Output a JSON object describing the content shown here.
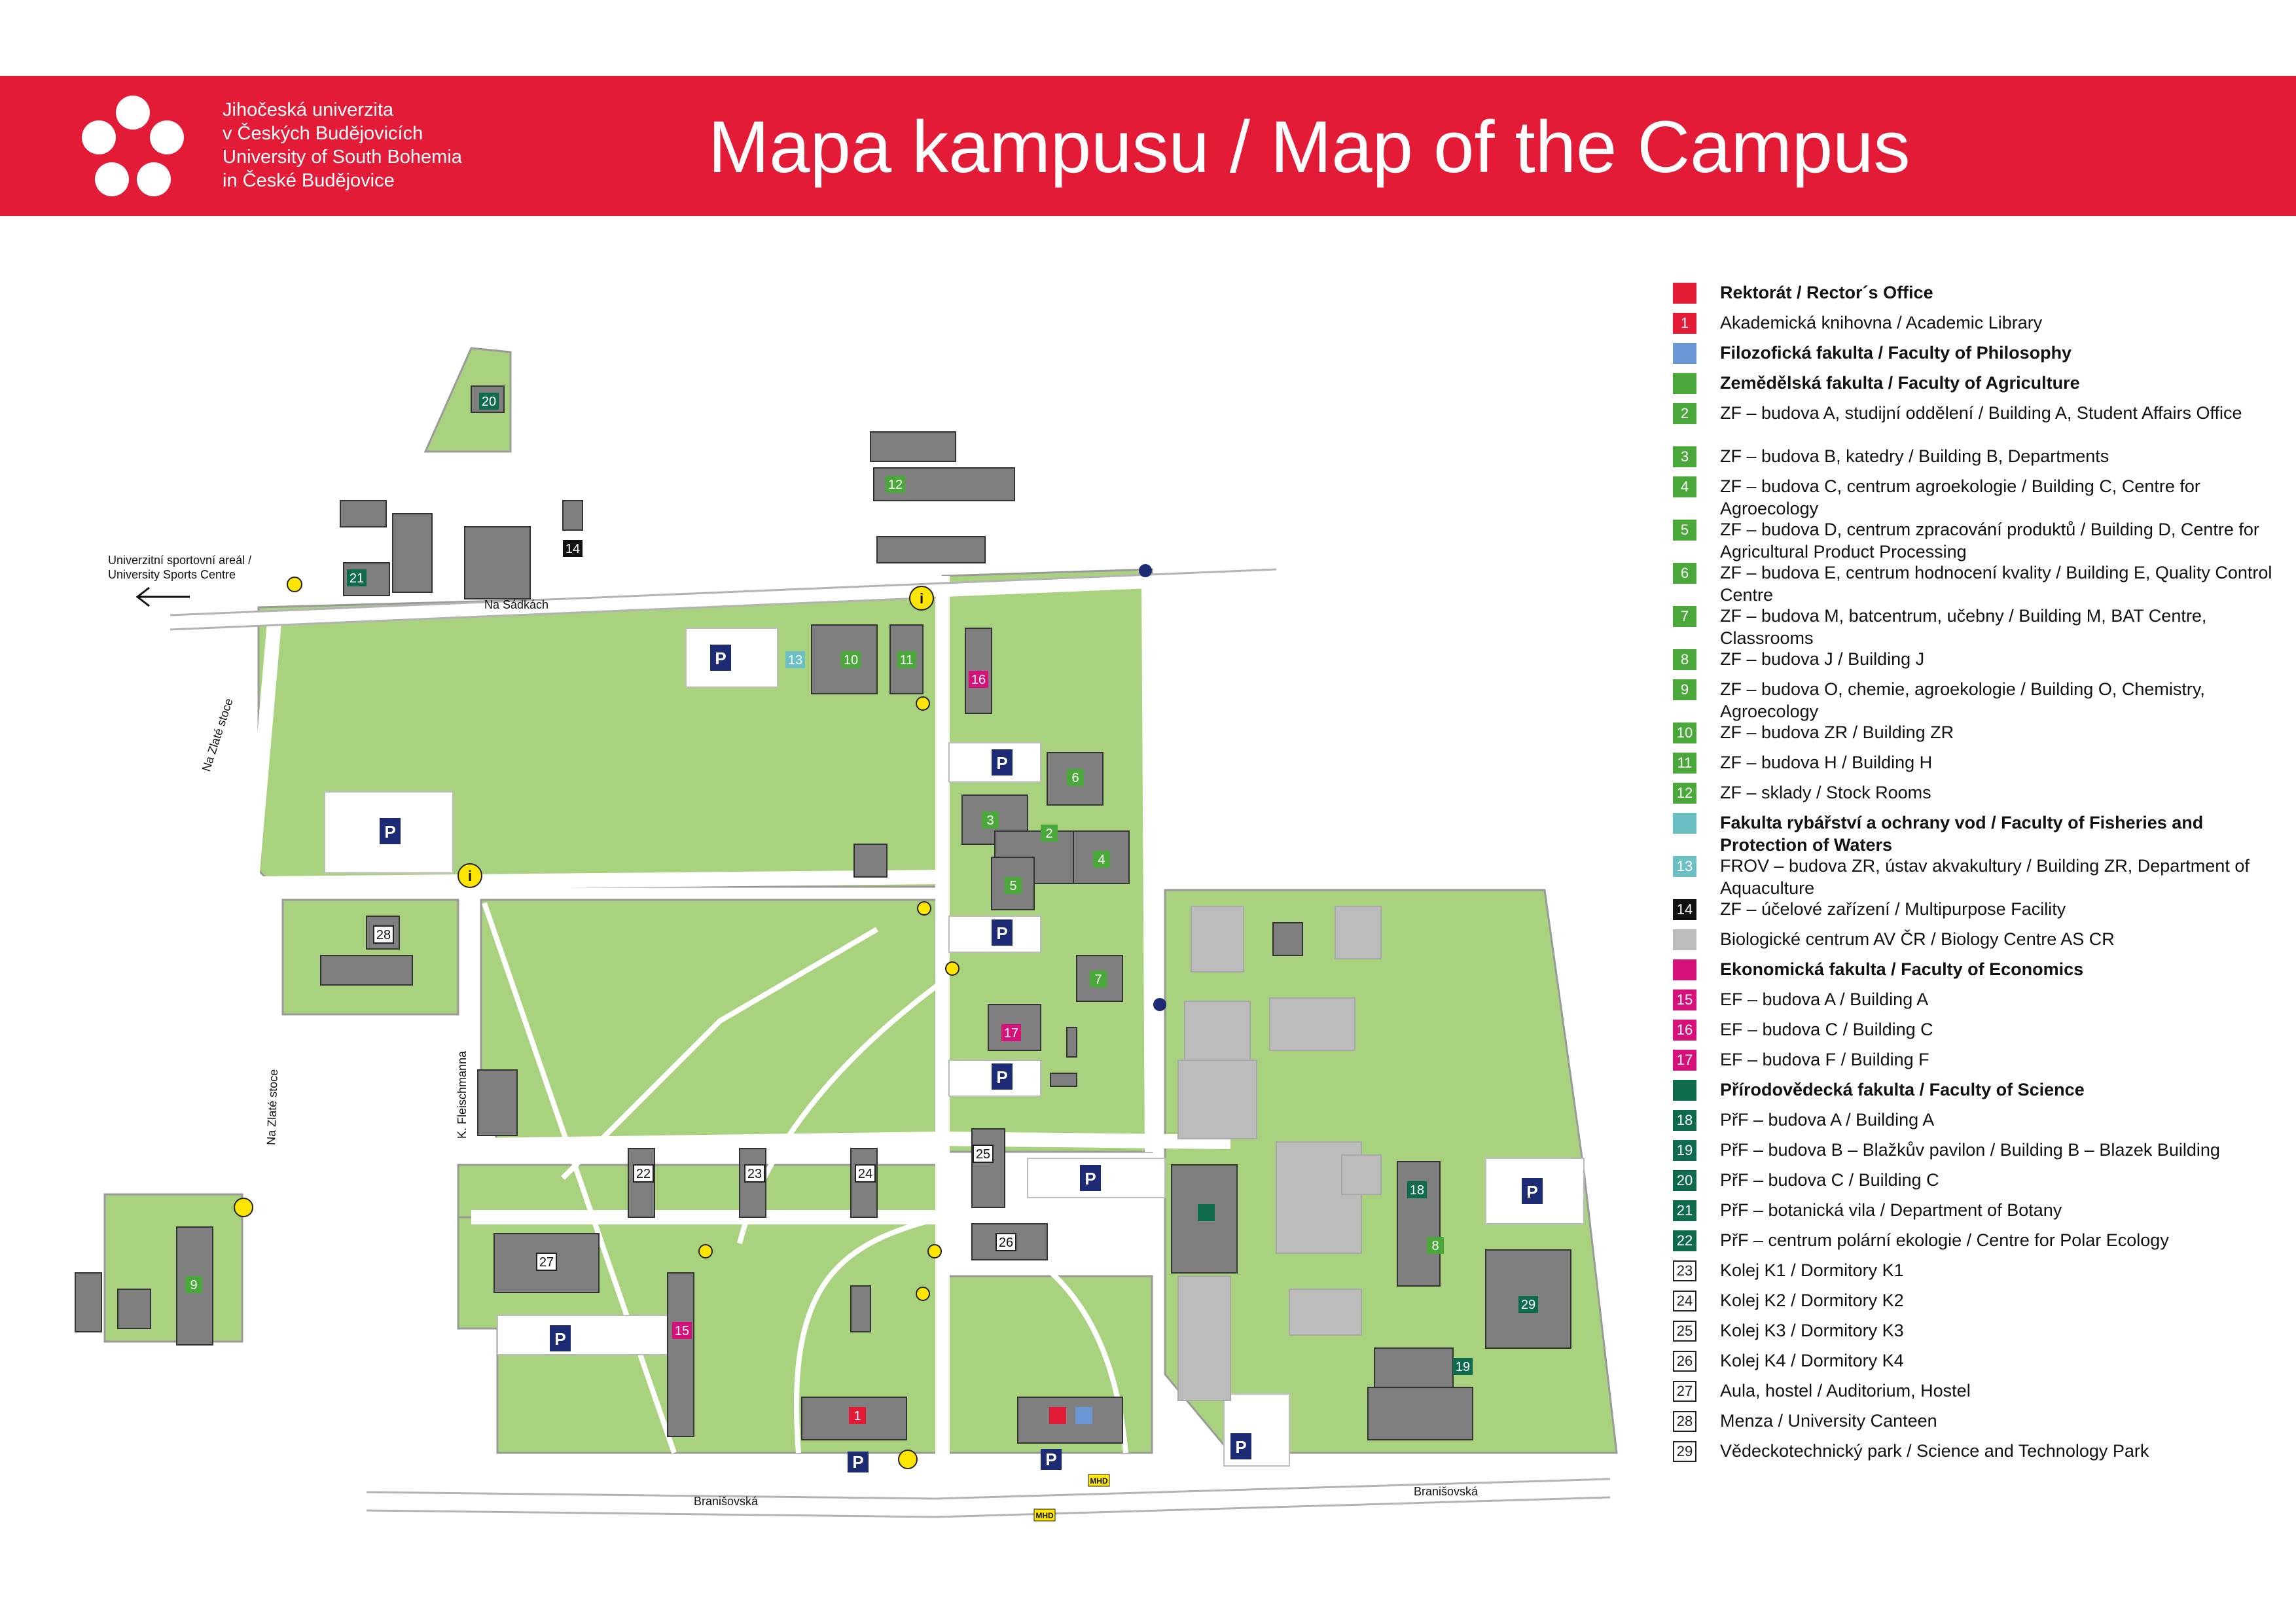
{
  "header": {
    "title": "Mapa kampusu / Map of the Campus",
    "university": [
      "Jihočeská univerzita",
      "v Českých Budějovicích",
      "University of South Bohemia",
      "in České Budějovice"
    ]
  },
  "colors": {
    "brand_red": "#e31b37",
    "grass": "#a9d27f",
    "building": "#7f7f7f",
    "road": "#ffffff",
    "parking": "#1d2a74",
    "info": "#ffe600"
  },
  "map": {
    "streets": {
      "na_sadkach": "Na Sádkách",
      "na_zlate_stoce_1": "Na Zlaté stoce",
      "na_zlate_stoce_2": "Na Zlaté stoce",
      "k_fleischmanna": "K. Fleischmanna",
      "branisovska_1": "Branišovská",
      "branisovska_2": "Branišovská"
    },
    "sports_centre": [
      "Univerzitní sportovní areál /",
      "University Sports Centre"
    ],
    "parking_label": "P",
    "info_label": "i",
    "bus_label": "MHD",
    "building_numbers": [
      "1",
      "3",
      "4",
      "5",
      "6",
      "7",
      "8",
      "9",
      "10",
      "11",
      "12",
      "13",
      "14",
      "15",
      "16",
      "17",
      "18",
      "19",
      "20",
      "21",
      "22",
      "23",
      "24",
      "25",
      "26",
      "27",
      "28",
      "29",
      "2"
    ]
  },
  "legend": [
    {
      "swatch": "",
      "color": "#e31b37",
      "text": "Rektorát / Rector´s Office",
      "bold": true
    },
    {
      "swatch": "1",
      "color": "#e31b37",
      "text": "Akademická knihovna / Academic Library",
      "bold": false
    },
    {
      "swatch": "",
      "color": "#6a98d4",
      "text": "Filozofická fakulta / Faculty of Philosophy",
      "bold": true
    },
    {
      "swatch": "",
      "color": "#4aa83a",
      "text": "Zemědělská fakulta / Faculty of Agriculture",
      "bold": true
    },
    {
      "swatch": "2",
      "color": "#4aa83a",
      "text": "ZF – budova A, studijní oddělení / Building A, Student Affairs Office",
      "bold": false
    },
    {
      "swatch": "3",
      "color": "#4aa83a",
      "text": "ZF – budova B, katedry / Building B, Departments",
      "bold": false
    },
    {
      "swatch": "4",
      "color": "#4aa83a",
      "text": "ZF – budova C, centrum agroekologie / Building C, Centre for Agroecology",
      "bold": false
    },
    {
      "swatch": "5",
      "color": "#4aa83a",
      "text": "ZF – budova D, centrum zpracování produktů / Building D, Centre for Agricultural Product Processing",
      "bold": false
    },
    {
      "swatch": "6",
      "color": "#4aa83a",
      "text": "ZF – budova E, centrum hodnocení kvality / Building E, Quality Control Centre",
      "bold": false
    },
    {
      "swatch": "7",
      "color": "#4aa83a",
      "text": "ZF – budova M, batcentrum, učebny / Building M, BAT Centre, Classrooms",
      "bold": false
    },
    {
      "swatch": "8",
      "color": "#4aa83a",
      "text": "ZF – budova J / Building J",
      "bold": false
    },
    {
      "swatch": "9",
      "color": "#4aa83a",
      "text": "ZF – budova O, chemie, agroekologie / Building O, Chemistry, Agroecology",
      "bold": false
    },
    {
      "swatch": "10",
      "color": "#4aa83a",
      "text": "ZF – budova ZR / Building ZR",
      "bold": false
    },
    {
      "swatch": "11",
      "color": "#4aa83a",
      "text": "ZF – budova H / Building H",
      "bold": false
    },
    {
      "swatch": "12",
      "color": "#4aa83a",
      "text": "ZF – sklady / Stock Rooms",
      "bold": false
    },
    {
      "swatch": "",
      "color": "#6cc0c4",
      "text": "Fakulta rybářství a ochrany vod / Faculty of Fisheries and Protection of Waters",
      "bold": true
    },
    {
      "swatch": "13",
      "color": "#6cc0c4",
      "text": "FROV – budova ZR, ústav akvakultury / Building ZR, Department of Aquaculture",
      "bold": false
    },
    {
      "swatch": "14",
      "color": "#111111",
      "text": "ZF – účelové zařízení / Multipurpose Facility",
      "bold": false
    },
    {
      "swatch": "",
      "color": "#bcbcbc",
      "text": "Biologické centrum AV ČR / Biology Centre AS CR",
      "bold": false
    },
    {
      "swatch": "",
      "color": "#d6127a",
      "text": "Ekonomická fakulta / Faculty of Economics",
      "bold": true
    },
    {
      "swatch": "15",
      "color": "#d6127a",
      "text": "EF – budova A / Building A",
      "bold": false
    },
    {
      "swatch": "16",
      "color": "#d6127a",
      "text": "EF – budova C / Building C",
      "bold": false
    },
    {
      "swatch": "17",
      "color": "#d6127a",
      "text": "EF – budova F / Building F",
      "bold": false
    },
    {
      "swatch": "",
      "color": "#0f6b4e",
      "text": "Přírodovědecká fakulta / Faculty of Science",
      "bold": true
    },
    {
      "swatch": "18",
      "color": "#0f6b4e",
      "text": "PřF – budova A / Building A",
      "bold": false
    },
    {
      "swatch": "19",
      "color": "#0f6b4e",
      "text": "PřF – budova B – Blažkův pavilon / Building B – Blazek Building",
      "bold": false
    },
    {
      "swatch": "20",
      "color": "#0f6b4e",
      "text": "PřF – budova C / Building C",
      "bold": false
    },
    {
      "swatch": "21",
      "color": "#0f6b4e",
      "text": "PřF – botanická vila / Department of Botany",
      "bold": false
    },
    {
      "swatch": "22",
      "color": "#0f6b4e",
      "text": "PřF – centrum polární ekologie / Centre for Polar Ecology",
      "bold": false
    },
    {
      "swatch": "23",
      "color": "outline",
      "text": "Kolej K1 / Dormitory K1",
      "bold": false
    },
    {
      "swatch": "24",
      "color": "outline",
      "text": "Kolej K2 / Dormitory K2",
      "bold": false
    },
    {
      "swatch": "25",
      "color": "outline",
      "text": "Kolej K3 / Dormitory K3",
      "bold": false
    },
    {
      "swatch": "26",
      "color": "outline",
      "text": "Kolej K4 / Dormitory K4",
      "bold": false
    },
    {
      "swatch": "27",
      "color": "outline",
      "text": "Aula, hostel / Auditorium, Hostel",
      "bold": false
    },
    {
      "swatch": "28",
      "color": "outline",
      "text": "Menza / University Canteen",
      "bold": false
    },
    {
      "swatch": "29",
      "color": "outline",
      "text": "Vědeckotechnický park / Science and Technology Park",
      "bold": false
    }
  ]
}
